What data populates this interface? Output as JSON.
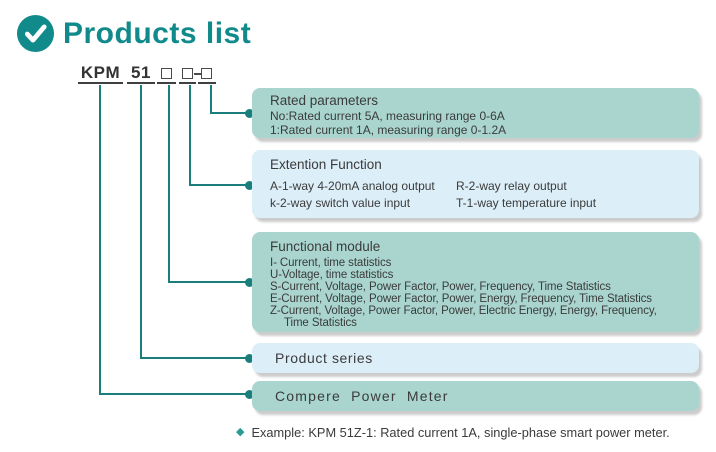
{
  "title": "Products list",
  "code": {
    "prefix": "KPM",
    "series": "51"
  },
  "boxes": [
    {
      "title": "Rated parameters",
      "variant": "teal",
      "lines": [
        "No:Rated current 5A, measuring range 0-6A",
        "1:Rated current 1A, measuring range 0-1.2A"
      ]
    },
    {
      "title": "Extention Function",
      "variant": "blue",
      "left": [
        "A-1-way 4-20mA analog output",
        "k-2-way switch value input"
      ],
      "right": [
        "R-2-way relay output",
        "T-1-way temperature input"
      ]
    },
    {
      "title": "Functional module",
      "variant": "teal",
      "lines": [
        "I- Current, time statistics",
        "U-Voltage, time statistics",
        "S-Current, Voltage, Power Factor, Power, Frequency, Time Statistics",
        "E-Current, Voltage, Power Factor, Power, Energy, Frequency, Time Statistics",
        "Z-Current, Voltage, Power Factor, Power, Electric Energy, Energy, Frequency,",
        "Time Statistics"
      ]
    },
    {
      "title": "Product series",
      "variant": "blue"
    },
    {
      "title": "Compere Power Meter",
      "variant": "teal"
    }
  ],
  "example": {
    "text": "Example: KPM 51Z-1: Rated current 1A, single-phase smart power meter."
  },
  "icons": {
    "diamond": "◆",
    "check": "✔"
  },
  "colors": {
    "accent": "#108a8a",
    "box-teal": "#a9d5ce",
    "box-blue": "#dceef8",
    "line": "#1a7e7d",
    "text": "#3b3b3b"
  }
}
